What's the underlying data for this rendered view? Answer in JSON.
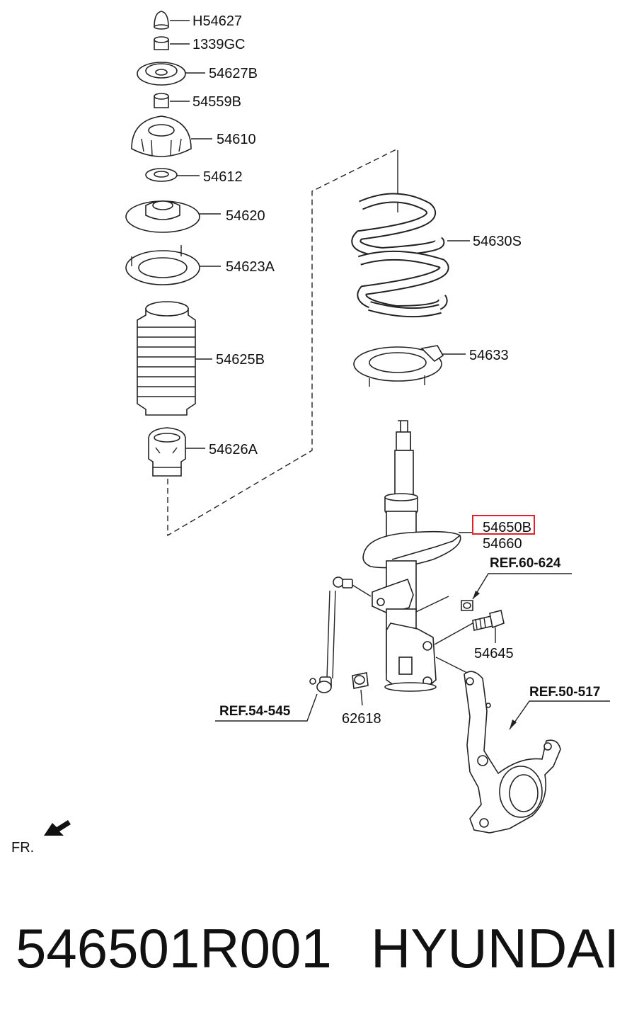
{
  "parts": {
    "h54627": "H54627",
    "p1339gc": "1339GC",
    "p54627b": "54627B",
    "p54559b": "54559B",
    "p54610": "54610",
    "p54612": "54612",
    "p54620": "54620",
    "p54623a": "54623A",
    "p54625b": "54625B",
    "p54626a": "54626A",
    "p54630s": "54630S",
    "p54633": "54633",
    "p54650b": "54650B",
    "p54660": "54660",
    "p54645": "54645",
    "p62618": "62618"
  },
  "refs": {
    "ref60624": "REF.60-624",
    "ref54545": "REF.54-545",
    "ref50517": "REF.50-517"
  },
  "direction_label": "FR.",
  "footer": {
    "part_number": "546501R001",
    "brand": "HYUNDAI"
  },
  "colors": {
    "highlight": "#e0202a",
    "line": "#222222"
  }
}
